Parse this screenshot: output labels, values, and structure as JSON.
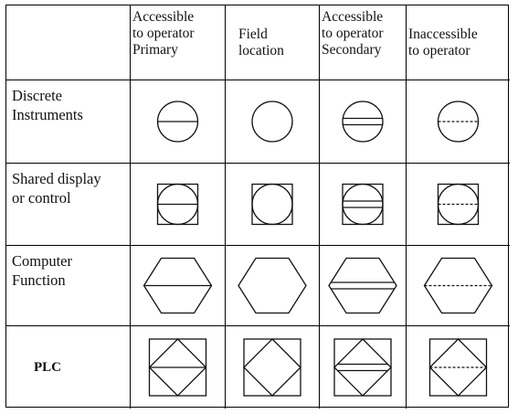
{
  "columns": [
    {
      "label": "Accessible\nto operator\nPrimary",
      "line_style": "single"
    },
    {
      "label": "Field\nlocation",
      "line_style": "none"
    },
    {
      "label": "Accessible\nto operator\nSecondary",
      "line_style": "double"
    },
    {
      "label": "Inaccessible\nto operator",
      "line_style": "dashed"
    }
  ],
  "rows": [
    {
      "label": "Discrete\nInstruments",
      "shape": "circle",
      "frame": "none"
    },
    {
      "label": "Shared display\nor control",
      "shape": "circle",
      "frame": "square"
    },
    {
      "label": "Computer\nFunction",
      "shape": "hexagon",
      "frame": "none"
    },
    {
      "label": "PLC",
      "shape": "diamond",
      "frame": "square"
    }
  ]
}
